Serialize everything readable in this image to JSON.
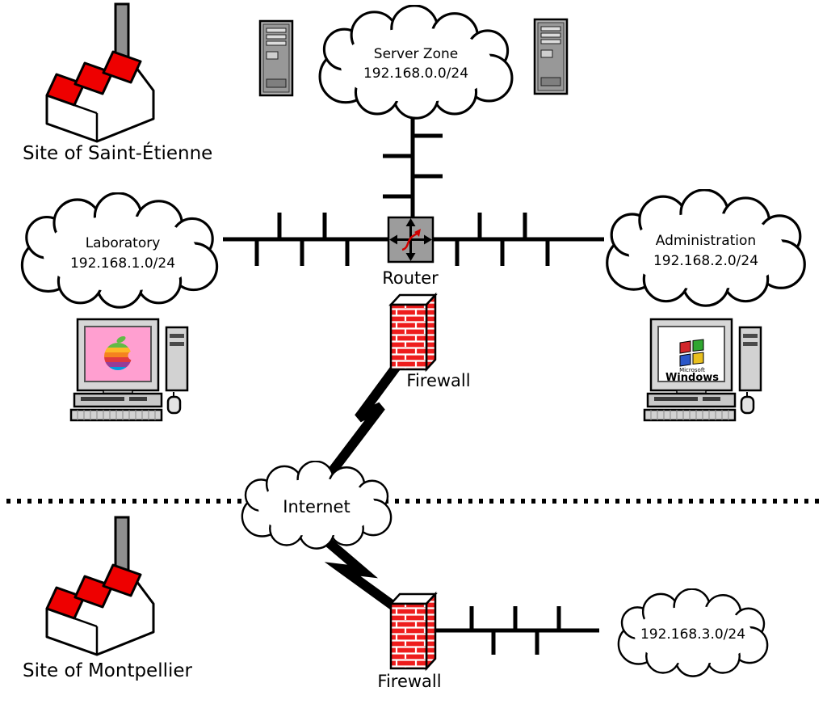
{
  "sites": {
    "saint_etienne": {
      "label": "Site of Saint-Étienne"
    },
    "montpellier": {
      "label": "Site of Montpellier"
    }
  },
  "networks": {
    "server_zone": {
      "name": "Server Zone",
      "subnet": "192.168.0.0/24"
    },
    "laboratory": {
      "name": "Laboratory",
      "subnet": "192.168.1.0/24"
    },
    "administration": {
      "name": "Administration",
      "subnet": "192.168.2.0/24"
    },
    "internet": {
      "name": "Internet"
    },
    "montpellier_lan": {
      "subnet": "192.168.3.0/24"
    }
  },
  "devices": {
    "router": {
      "label": "Router"
    },
    "firewall_main": {
      "label": "Firewall"
    },
    "firewall_branch": {
      "label": "Firewall"
    },
    "windows_workstation": {
      "brand_small": "Microsoft",
      "os_label": "Windows"
    }
  },
  "colors": {
    "factory_red": "#ee0000",
    "chimney_gray": "#8f8f8f",
    "brick_red": "#ee1c1c",
    "router_gray": "#9c9c9c",
    "mac_screen_pink": "#ff9fd0",
    "apple_stripes": [
      "#61bb46",
      "#fdb827",
      "#f5821f",
      "#e03a3e",
      "#963d97",
      "#009ddc"
    ],
    "windows_panes": [
      "#d2262b",
      "#2fa630",
      "#2b57c9",
      "#e9c01e"
    ]
  }
}
